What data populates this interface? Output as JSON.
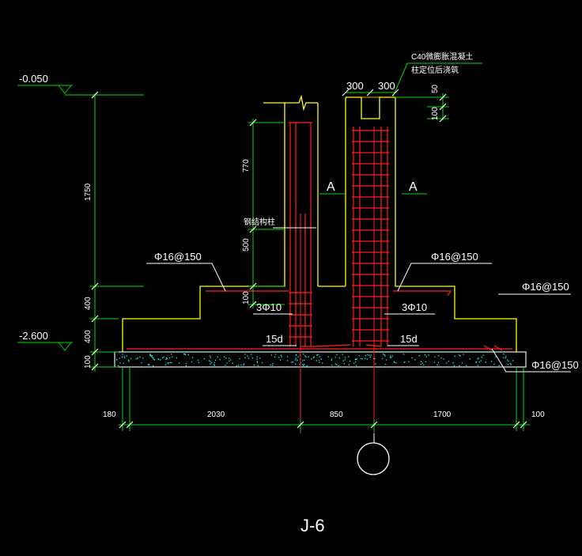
{
  "drawing": {
    "title": "J-6",
    "colors": {
      "background": "#000000",
      "outline": "#ffff00",
      "rebar": "#ff2020",
      "dimension": "#00dd00",
      "text": "#ffffff",
      "slab_dots": "#00ffff"
    },
    "elevations": {
      "top": "-0.050",
      "bottom": "-2.600"
    },
    "vertical_dims": {
      "total": "1750",
      "step_upper": "400",
      "step_lower": "400",
      "bedding": "100",
      "seg_upper": "770",
      "seg_mid": "500",
      "seg_low": "100",
      "top_right_a": "50",
      "top_right_b": "100"
    },
    "horizontal_dims": {
      "left_cover": "180",
      "left_span": "2030",
      "center_span": "850",
      "right_span": "1700",
      "right_cover": "100",
      "col_left": "300",
      "col_right": "300"
    },
    "labels": {
      "concrete_note_line1": "C40微膨胀混凝土",
      "concrete_note_line2": "柱定位后浇筑",
      "steel_column": "钢结构柱",
      "section_left": "A",
      "section_right": "A",
      "rebar_top_left": "Φ16@150",
      "rebar_top_right": "Φ16@150",
      "rebar_far_right_top": "Φ16@150",
      "rebar_far_right_bottom": "Φ16@150",
      "stirrup_left": "3Φ10",
      "stirrup_right": "3Φ10",
      "anchor_left": "15d",
      "anchor_right": "15d"
    }
  }
}
